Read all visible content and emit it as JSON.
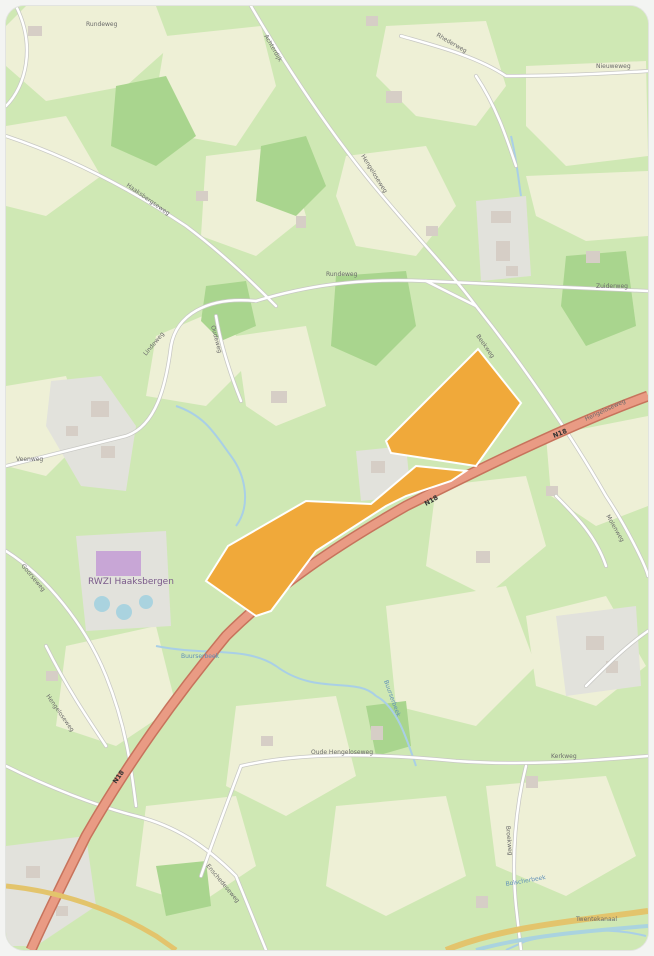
{
  "map": {
    "colors": {
      "meadow": "#cfe8b4",
      "farmland": "#eef0d6",
      "forest": "#a9d58e",
      "residential": "#e2e2dc",
      "building": "#d6cec6",
      "minor_road": "#ffffff",
      "trunk_road": "#e99b84",
      "trunk_casing": "#c7735c",
      "stream": "#a9cfe6",
      "water": "#aad3df",
      "highlight_parcel": "#f0a93a"
    },
    "road_labels": {
      "r1": "Rundeweg",
      "r2": "Achterdijk",
      "r3": "Rhederweg",
      "r4": "Nieuweweg",
      "r5": "Rundeweg",
      "r6": "Veenweg",
      "r7": "Oudeweg",
      "r8": "Zuiderweg",
      "r9": "Hengeloseweg",
      "r10": "Haaksbergseweg",
      "r11": "Lindeweg",
      "r12": "Beekweg",
      "r13": "Molenweg",
      "r14": "Hengeloseweg",
      "r15": "Goorseweg",
      "r16": "Oude Hengeloseweg",
      "r17": "Kerkweg",
      "r18": "Broekweg",
      "r19": "Hengeloseweg",
      "r20": "Enschedeseweg",
      "r21": "Twentekanaal"
    },
    "trunk_refs": {
      "ref1": "N18",
      "ref2": "N18",
      "ref3": "N18"
    },
    "area_label": "RWZI Haaksbergen",
    "stream_labels": {
      "s1": "Buurserbeek",
      "s2": "Buurserbeek",
      "s3": "Bolscherbeek"
    }
  }
}
